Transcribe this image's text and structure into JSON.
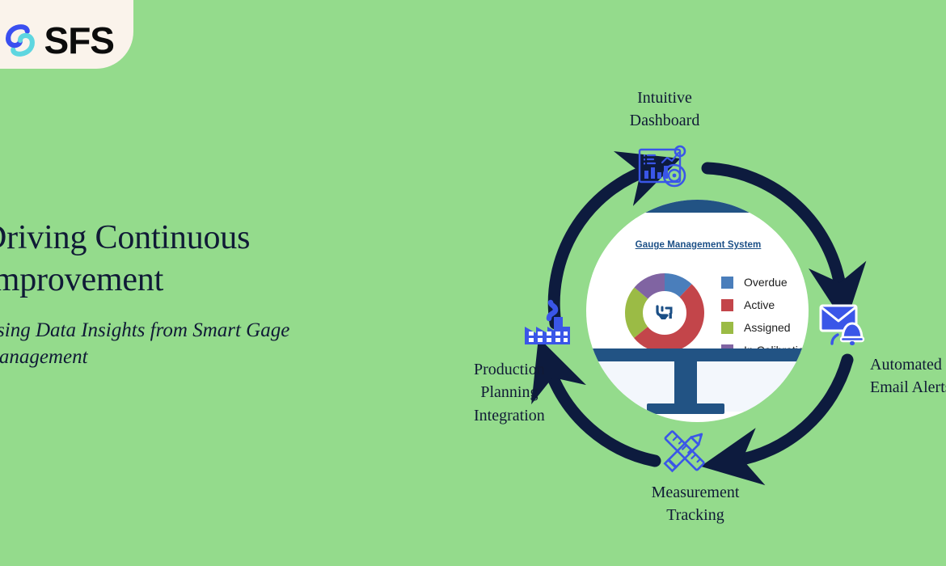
{
  "brand": {
    "name": "SFS",
    "logo_icon": "spiral-swirl-icon",
    "logo_colors": {
      "blue": "#3a4ff0",
      "cyan": "#5ed6e0"
    },
    "badge_bg": "#faf3eb"
  },
  "background_color": "#94db8c",
  "hero": {
    "headline_line1": "Driving Continuous",
    "headline_line2": "Improvement",
    "subhead_line1": "Using Data Insights from Smart Gage",
    "subhead_line2": "Management",
    "text_color": "#101a36"
  },
  "cycle": {
    "arrow_color": "#0d1b3e",
    "icon_color": "#3a56e8",
    "nodes": [
      {
        "id": "intuitive-dashboard",
        "label_line1": "Intuitive",
        "label_line2": "Dashboard",
        "position": "top",
        "icon": "dashboard-analytics-icon"
      },
      {
        "id": "automated-email-alerts",
        "label_line1": "Automated",
        "label_line2": "Email Alerts",
        "position": "right",
        "icon": "email-alert-icon"
      },
      {
        "id": "measurement-tracking",
        "label_line1": "Measurement",
        "label_line2": "Tracking",
        "position": "bottom",
        "icon": "ruler-pencil-icon"
      },
      {
        "id": "production-planning-integration",
        "label_line1": "Production",
        "label_line2": "Planning",
        "label_line3": "Integration",
        "position": "left",
        "icon": "factory-icon"
      }
    ]
  },
  "monitor": {
    "frame_color": "#225384",
    "screen_title": "Gauge Management System",
    "screen_title_color": "#1b4f86",
    "hub_icon": "gauge-logo-icon"
  },
  "chart_data": {
    "type": "pie",
    "title": "Gauge Management System",
    "labels": [
      "Overdue",
      "Active",
      "Assigned",
      "In Calibration"
    ],
    "values": [
      12,
      52,
      22,
      14
    ],
    "colors": [
      "#4a7ebb",
      "#c3454a",
      "#9bbb45",
      "#8064a2"
    ],
    "donut": true,
    "hole_ratio": 0.46,
    "legend_position": "right",
    "units": "percent"
  }
}
